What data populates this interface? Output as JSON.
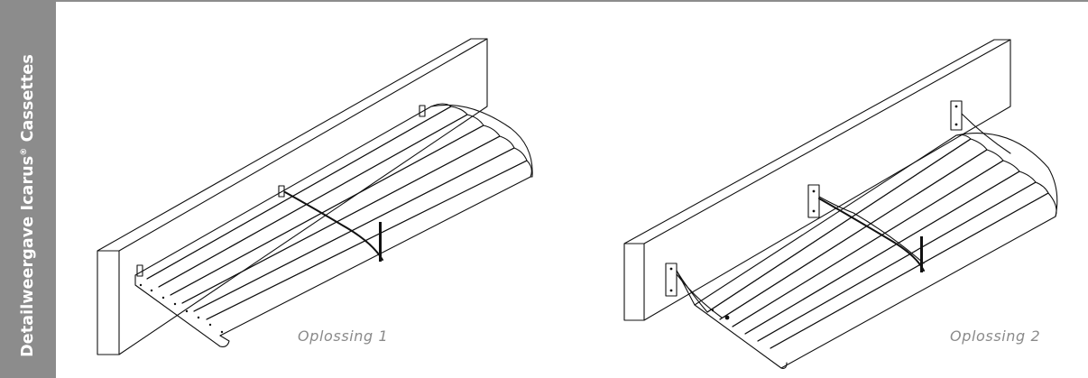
{
  "sidebar": {
    "title_main": "Detailweergave Icarus",
    "title_mark": "®",
    "title_tail": " Cassettes"
  },
  "figures": [
    {
      "caption": "Oplossing 1"
    },
    {
      "caption": "Oplossing 2"
    }
  ],
  "colors": {
    "sidebar": "#8c8c8c",
    "caption": "#8a8a8a",
    "line": "#111111"
  }
}
